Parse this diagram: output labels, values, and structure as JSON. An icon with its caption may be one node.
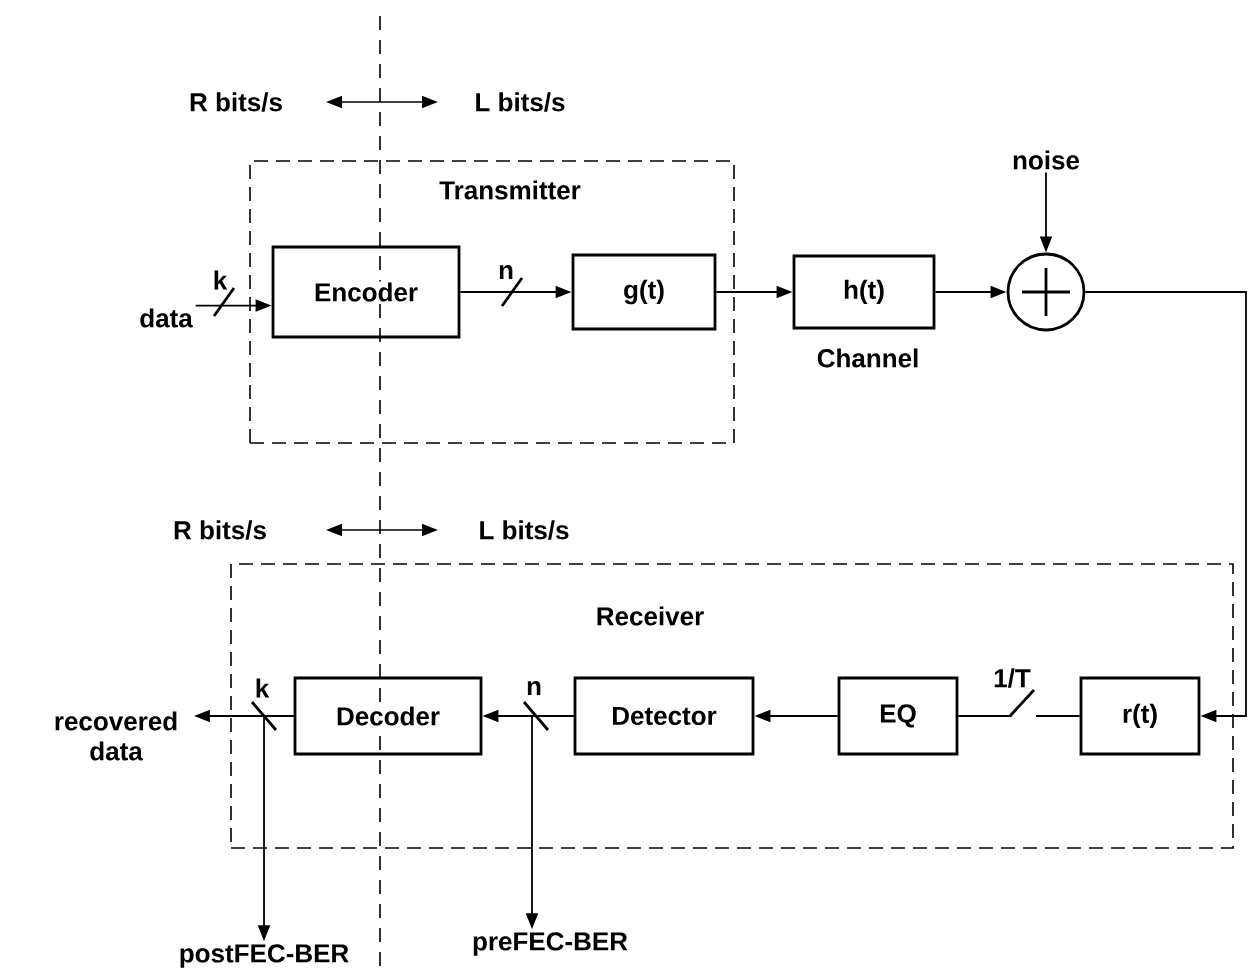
{
  "diagram": {
    "nodes": [
      {
        "text": [
          "Transmitter"
        ]
      },
      {
        "text": [
          "Encoder"
        ],
        "in": 0
      },
      {
        "text": [
          "g(t)"
        ],
        "in": 0
      },
      {
        "text": [
          "h(t)"
        ],
        "beside": [
          "Channel"
        ]
      },
      {
        "text": [],
        "shape": "circle"
      },
      {
        "text": [
          "noise"
        ]
      },
      {
        "text": [
          "data"
        ]
      },
      {
        "text": [
          "Receiver"
        ]
      },
      {
        "text": [
          "r(t)"
        ],
        "in": 7
      },
      {
        "text": [
          "EQ"
        ],
        "in": 7
      },
      {
        "text": [
          "Detector"
        ],
        "in": 7
      },
      {
        "text": [
          "Decoder"
        ],
        "in": 7
      },
      {
        "text": [
          "recovered data"
        ]
      },
      {
        "text": [
          "preFEC-BER"
        ]
      },
      {
        "text": [
          "postFEC-BER"
        ]
      }
    ],
    "edges": [
      {
        "from": 6,
        "to": 1,
        "arrow": "to",
        "label": "k"
      },
      {
        "from": 1,
        "to": 2,
        "arrow": "to",
        "label": "n"
      },
      {
        "from": 2,
        "to": 3,
        "arrow": "to"
      },
      {
        "from": 3,
        "to": 4,
        "arrow": "to"
      },
      {
        "from": 5,
        "to": 4,
        "arrow": "to"
      },
      {
        "from": 4,
        "to": 8,
        "arrow": "to"
      },
      {
        "from": 8,
        "to": 9,
        "arrow": "none",
        "label": "1/T"
      },
      {
        "from": 9,
        "to": 10,
        "arrow": "to"
      },
      {
        "from": 10,
        "to": 11,
        "arrow": "to",
        "label": "n"
      },
      {
        "from": 11,
        "to": 12,
        "arrow": "to",
        "label": "k"
      },
      {
        "from": 10,
        "to": 13,
        "arrow": "to"
      },
      {
        "from": 11,
        "to": 14,
        "arrow": "to"
      }
    ],
    "labels": [
      "R bits/s",
      "L bits/s",
      "R bits/s",
      "L bits/s"
    ]
  }
}
